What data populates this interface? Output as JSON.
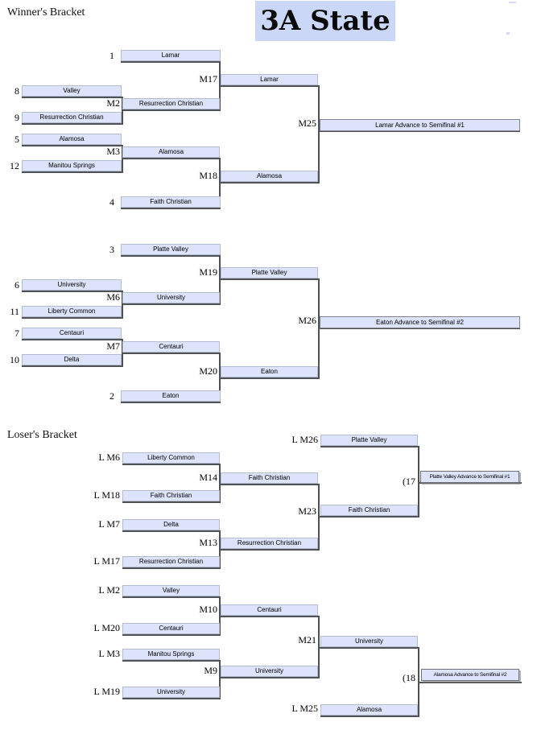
{
  "header": {
    "title": "3A State"
  },
  "winners": {
    "section_label": "Winner's Bracket",
    "seeds": {
      "s1": {
        "num": "1",
        "team": "Lamar"
      },
      "s2": {
        "num": "2",
        "team": "Eaton"
      },
      "s3": {
        "num": "3",
        "team": "Platte Valley"
      },
      "s4": {
        "num": "4",
        "team": "Faith Christian"
      },
      "s5": {
        "num": "5",
        "team": "Alamosa"
      },
      "s6": {
        "num": "6",
        "team": "University"
      },
      "s7": {
        "num": "7",
        "team": "Centauri"
      },
      "s8": {
        "num": "8",
        "team": "Valley"
      },
      "s9": {
        "num": "9",
        "team": "Resurrection Christian"
      },
      "s10": {
        "num": "10",
        "team": "Delta"
      },
      "s11": {
        "num": "11",
        "team": "Liberty Common"
      },
      "s12": {
        "num": "12",
        "team": "Manitou Springs"
      }
    },
    "matches": {
      "m2": {
        "label": "M2",
        "winner": "Resurrection Christian"
      },
      "m3": {
        "label": "M3",
        "winner": "Alamosa"
      },
      "m6": {
        "label": "M6",
        "winner": "University"
      },
      "m7": {
        "label": "M7",
        "winner": "Centauri"
      },
      "m17": {
        "label": "M17",
        "winner": "Lamar"
      },
      "m18": {
        "label": "M18",
        "winner": "Alamosa"
      },
      "m19": {
        "label": "M19",
        "winner": "Platte Valley"
      },
      "m20": {
        "label": "M20",
        "winner": "Eaton"
      },
      "m25": {
        "label": "M25",
        "winner": "Lamar Advance to Semifinal #1"
      },
      "m26": {
        "label": "M26",
        "winner": "Eaton Advance to Semifinal #2"
      }
    }
  },
  "losers": {
    "section_label": "Loser's Bracket",
    "entries": {
      "lm2": {
        "label": "L M2",
        "team": "Valley"
      },
      "lm3": {
        "label": "L M3",
        "team": "Manitou Springs"
      },
      "lm6": {
        "label": "L M6",
        "team": "Liberty Common"
      },
      "lm7": {
        "label": "L M7",
        "team": "Delta"
      },
      "lm17": {
        "label": "L M17",
        "team": "Resurrection Christian"
      },
      "lm18": {
        "label": "L M18",
        "team": "Faith Christian"
      },
      "lm19": {
        "label": "L M19",
        "team": "University"
      },
      "lm20": {
        "label": "L M20",
        "team": "Centauri"
      },
      "lm25": {
        "label": "L M25",
        "team": "Alamosa"
      },
      "lm26": {
        "label": "L M26",
        "team": "Platte Valley"
      }
    },
    "matches": {
      "m9": {
        "label": "M9",
        "winner": "University"
      },
      "m10": {
        "label": "M10",
        "winner": "Centauri"
      },
      "m13": {
        "label": "M13",
        "winner": "Resurrection Christian"
      },
      "m14": {
        "label": "M14",
        "winner": "Faith Christian"
      },
      "m21": {
        "label": "M21",
        "winner": "University"
      },
      "m23": {
        "label": "M23",
        "winner": "Faith Christian"
      },
      "p17": {
        "label": "(17",
        "winner": "Platte Valley Advance to Semifinal #1"
      },
      "p18": {
        "label": "(18",
        "winner": "Alamosa Advance to Semifinal #2"
      }
    }
  },
  "colors": {
    "box_fill": "#dce3fa",
    "header_fill": "#cbd7f7",
    "line": "#4f5254"
  }
}
